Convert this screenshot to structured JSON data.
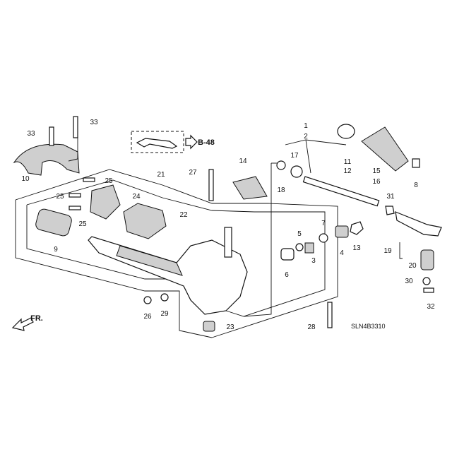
{
  "callouts": [
    "1",
    "2",
    "3",
    "4",
    "5",
    "6",
    "7",
    "8",
    "9",
    "10",
    "11",
    "12",
    "13",
    "14",
    "15",
    "16",
    "17",
    "18",
    "19",
    "20",
    "21",
    "22",
    "23",
    "24",
    "25",
    "26",
    "27",
    "28",
    "29",
    "30",
    "31",
    "32",
    "33"
  ],
  "reference": {
    "arrow_target": "B-48"
  },
  "direction": {
    "front_label": "FR."
  },
  "diagram_code": "SLN4B3310"
}
